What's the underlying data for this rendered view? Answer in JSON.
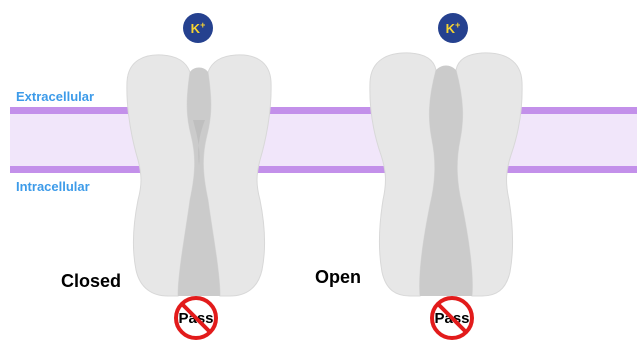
{
  "membrane": {
    "extracellular_label": "Extracellular",
    "intracellular_label": "Intracellular"
  },
  "channels": [
    {
      "state_label": "Closed",
      "ion_label": "K",
      "ion_charge": "+",
      "pass_label": "Pass"
    },
    {
      "state_label": "Open",
      "ion_label": "K",
      "ion_charge": "+",
      "pass_label": "Pass"
    }
  ],
  "colors": {
    "membrane_fill": "#f1e6fa",
    "membrane_line": "#c390ea",
    "region_label": "#3d9be9",
    "protein_body": "#e7e7e7",
    "protein_edge": "#d8d8d8",
    "pore": "#cbcbcb",
    "pore_dark": "#b7b7b7",
    "ion_fill": "#25418f",
    "ion_text": "#f6d431",
    "prohibition_red": "#e21b1b"
  }
}
